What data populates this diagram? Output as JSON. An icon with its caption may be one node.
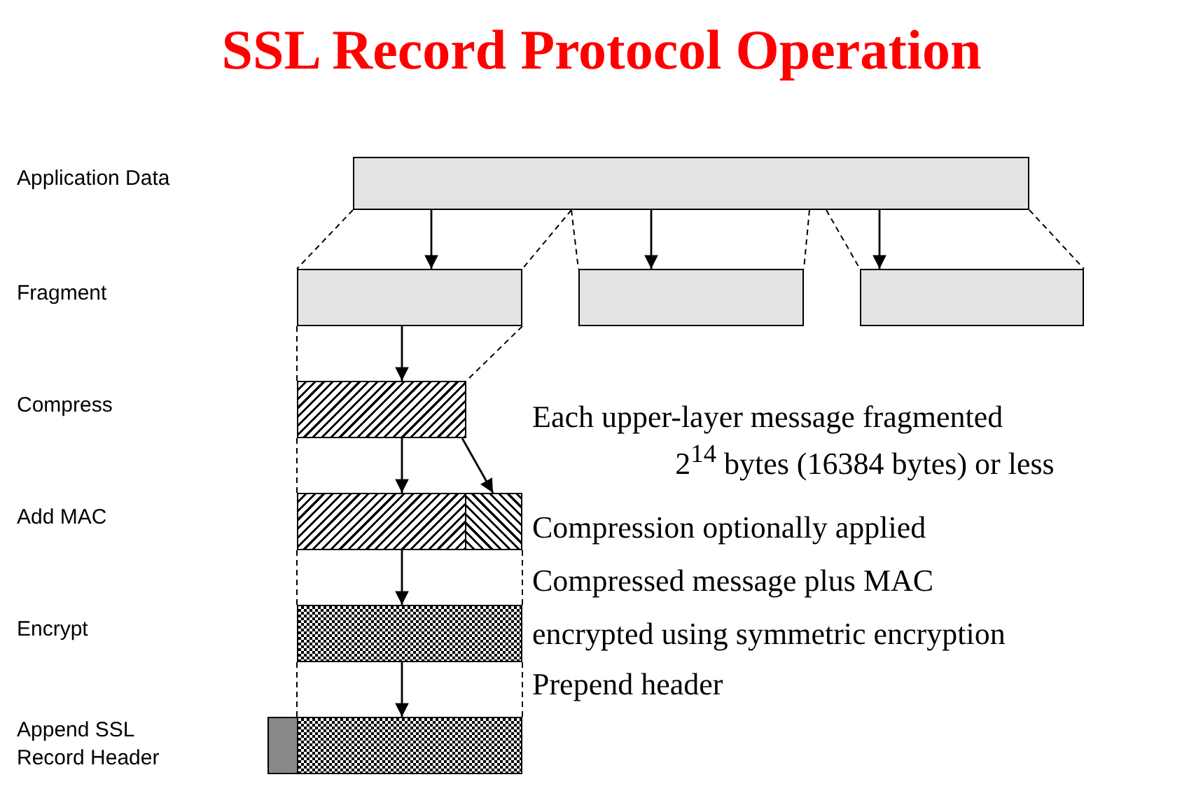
{
  "diagram": {
    "title": "SSL Record Protocol Operation",
    "nodes": [
      {
        "text": [],
        "shape": "bar"
      },
      {
        "text": [],
        "shape": "bar"
      },
      {
        "text": [],
        "shape": "bar"
      },
      {
        "text": [],
        "shape": "bar"
      },
      {
        "text": [],
        "shape": "bar"
      },
      {
        "text": [],
        "shape": "bar"
      },
      {
        "text": [],
        "shape": "bar"
      },
      {
        "text": [],
        "shape": "bar"
      },
      {
        "text": [],
        "shape": "bar"
      },
      {
        "text": [],
        "shape": "bar"
      }
    ],
    "edges": [
      {
        "from": 0,
        "to": 1,
        "arrow": "to"
      },
      {
        "from": 0,
        "to": 2,
        "arrow": "to"
      },
      {
        "from": 0,
        "to": 3,
        "arrow": "to"
      },
      {
        "from": 1,
        "to": 4,
        "arrow": "to"
      },
      {
        "from": 4,
        "to": 5,
        "arrow": "to"
      },
      {
        "from": 4,
        "to": 6,
        "arrow": "to"
      },
      {
        "from": 5,
        "to": 7,
        "arrow": "to"
      },
      {
        "from": 7,
        "to": 9,
        "arrow": "to"
      },
      {
        "from": 0,
        "to": 1,
        "arrow": "none",
        "style": "dashed"
      },
      {
        "from": 0,
        "to": 1,
        "arrow": "none",
        "style": "dashed"
      },
      {
        "from": 0,
        "to": 2,
        "arrow": "none",
        "style": "dashed"
      },
      {
        "from": 0,
        "to": 2,
        "arrow": "none",
        "style": "dashed"
      },
      {
        "from": 0,
        "to": 3,
        "arrow": "none",
        "style": "dashed"
      },
      {
        "from": 0,
        "to": 3,
        "arrow": "none",
        "style": "dashed"
      },
      {
        "from": 1,
        "to": 4,
        "arrow": "none",
        "style": "dashed"
      },
      {
        "from": 1,
        "to": 4,
        "arrow": "none",
        "style": "dashed"
      },
      {
        "from": 4,
        "to": 5,
        "arrow": "none",
        "style": "dashed"
      },
      {
        "from": 5,
        "to": 7,
        "arrow": "none",
        "style": "dashed"
      },
      {
        "from": 6,
        "to": 7,
        "arrow": "none",
        "style": "dashed"
      },
      {
        "from": 7,
        "to": 9,
        "arrow": "none",
        "style": "dashed"
      },
      {
        "from": 7,
        "to": 9,
        "arrow": "none",
        "style": "dashed"
      }
    ],
    "labels": [
      "Application Data",
      "Fragment",
      "Compress",
      "Add MAC",
      "Encrypt",
      "Append SSL Record Header",
      "Each upper-layer message fragmented",
      "2$^{14}$ bytes (16384 bytes) or less",
      "Compression optionally applied",
      "Compressed message plus MAC",
      "encrypted using symmetric encryption",
      "Prepend header"
    ]
  }
}
